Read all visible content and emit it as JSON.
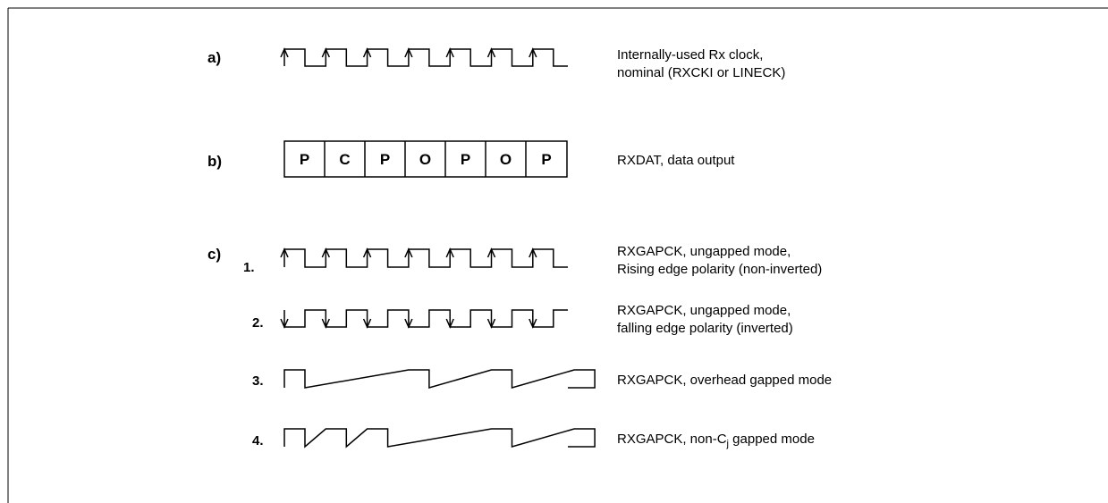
{
  "sections": {
    "a": {
      "label": "a)",
      "desc_line1": "Internally-used Rx clock,",
      "desc_line2": "nominal (RXCKI or LINECK)"
    },
    "b": {
      "label": "b)",
      "cells": [
        "P",
        "C",
        "P",
        "O",
        "P",
        "O",
        "P"
      ],
      "desc": "RXDAT, data output"
    },
    "c": {
      "label": "c)",
      "items": [
        {
          "num": "1.",
          "desc_line1": "RXGAPCK, ungapped mode,",
          "desc_line2": "Rising edge polarity (non-inverted)"
        },
        {
          "num": "2.",
          "desc_line1": "RXGAPCK, ungapped mode,",
          "desc_line2": "falling edge polarity (inverted)"
        },
        {
          "num": "3.",
          "desc_line1": "RXGAPCK, overhead gapped mode"
        },
        {
          "num": "4.",
          "desc_prefix": "RXGAPCK, non-C",
          "desc_sub": "j",
          "desc_suffix": " gapped mode"
        }
      ]
    }
  },
  "waveforms": {
    "a": {
      "type": "clock",
      "pulses": 7,
      "arrows": "up"
    },
    "c1": {
      "type": "clock",
      "pulses": 7,
      "arrows": "up"
    },
    "c2": {
      "type": "inverted-clock",
      "pulses": 7,
      "arrows": "down"
    },
    "c3": {
      "type": "gapped",
      "pulses_present": [
        true,
        false,
        false,
        true,
        false,
        true,
        false,
        true
      ]
    },
    "c4": {
      "type": "gapped",
      "pulses_present": [
        true,
        true,
        true,
        false,
        false,
        true,
        false,
        true
      ]
    }
  }
}
